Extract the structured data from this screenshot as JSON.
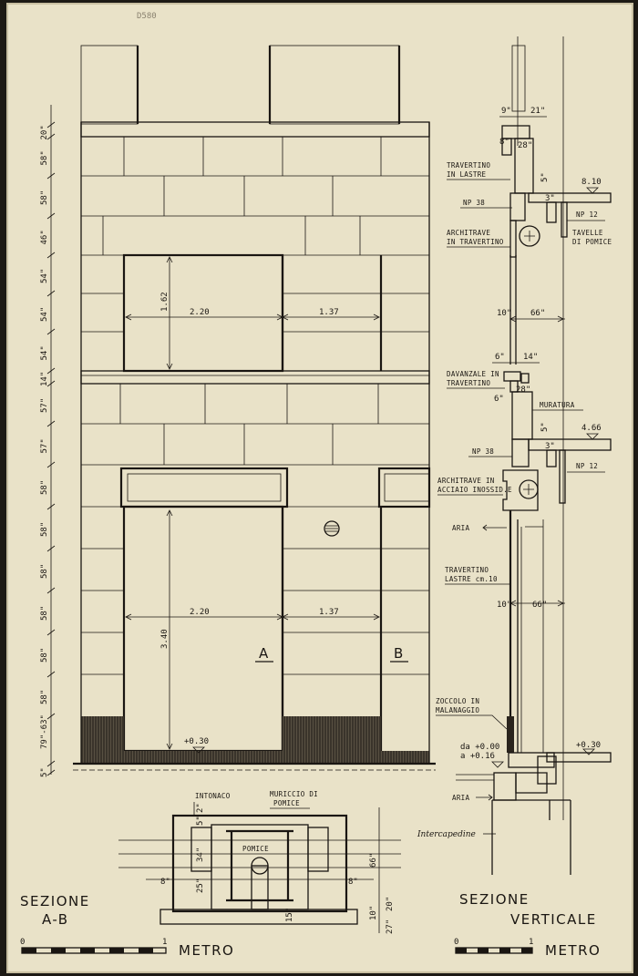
{
  "sheet": {
    "stamp": "D580",
    "paper_color": "#e9e2c8",
    "ink_color": "#1a1612"
  },
  "elevation": {
    "vertical_dims": [
      "20\"",
      "58\"",
      "58\"",
      "46\"",
      "54\"",
      "54\"",
      "54\"",
      "14\"",
      "57\"",
      "57\"",
      "58\"",
      "58\"",
      "58\"",
      "58\"",
      "58\"",
      "58\"",
      "79\"-63\"",
      "5\""
    ],
    "upper_window": {
      "width": "2.20",
      "height": "1.62",
      "side_width": "1.37"
    },
    "lower_window": {
      "width": "2.20",
      "height": "3.40",
      "side_width": "1.37"
    },
    "section_mark_a": "A",
    "section_mark_b": "B",
    "level": "+0.30"
  },
  "vertical_section": {
    "dims": {
      "d9": "9\"",
      "d21": "21\"",
      "d8": "8\"",
      "d28a": "28\"",
      "d5a": "5\"",
      "d3a": "3\"",
      "d10a": "10\"",
      "d66a": "66\"",
      "d6": "6\"",
      "d14": "14\"",
      "d28b": "28\"",
      "d6b": "6\"",
      "d5b": "5\"",
      "d3b": "3\"",
      "d10b": "10\"",
      "d66b": "66\""
    },
    "levels": {
      "l1": "8.10",
      "l2": "4.66",
      "l3": "+0.30",
      "l4": "da +0.00",
      "l5": "a +0.16"
    },
    "labels": {
      "travertino_lastre": [
        "TRAVERTINO",
        "IN LASTRE"
      ],
      "np38_a": "NP 38",
      "np12_a": "NP 12",
      "architrave_travertino": [
        "ARCHITRAVE",
        "IN TRAVERTINO"
      ],
      "tavelle": [
        "TAVELLE",
        "DI POMICE"
      ],
      "davanzale": [
        "DAVANZALE IN",
        "TRAVERTINO"
      ],
      "muratura": "MURATURA",
      "np38_b": "NP 38",
      "np12_b": "NP 12",
      "architrave_acciaio": [
        "ARCHITRAVE IN",
        "ACCIAIO INOSSID.E"
      ],
      "aria_top": "ARIA",
      "travertino_cm10": [
        "TRAVERTINO",
        "LASTRE cm.10"
      ],
      "zoccolo": [
        "ZOCCOLO IN",
        "MALANAGGIO"
      ],
      "aria_bottom": "ARIA",
      "intercapedine": "Intercapedine"
    }
  },
  "plan_section": {
    "labels": {
      "intonaco": "INTONACO",
      "muriccio": [
        "MURICCIO DI",
        "POMICE"
      ],
      "pomice": "POMICE"
    },
    "dims": {
      "d5": "5\"",
      "d2": "2\"",
      "d34": "34\"",
      "d25": "25\"",
      "d8a": "8\"",
      "d8b": "8\"",
      "d66": "66\"",
      "d10": "10\"",
      "d20": "20\"",
      "d27": "27\"",
      "d15": "15\""
    }
  },
  "titles": {
    "left": [
      "SEZIONE",
      "A-B"
    ],
    "right": [
      "SEZIONE",
      "VERTICALE"
    ],
    "scale_left": "METRO",
    "scale_right": "METRO",
    "scale_zero": "0",
    "scale_one": "1"
  }
}
